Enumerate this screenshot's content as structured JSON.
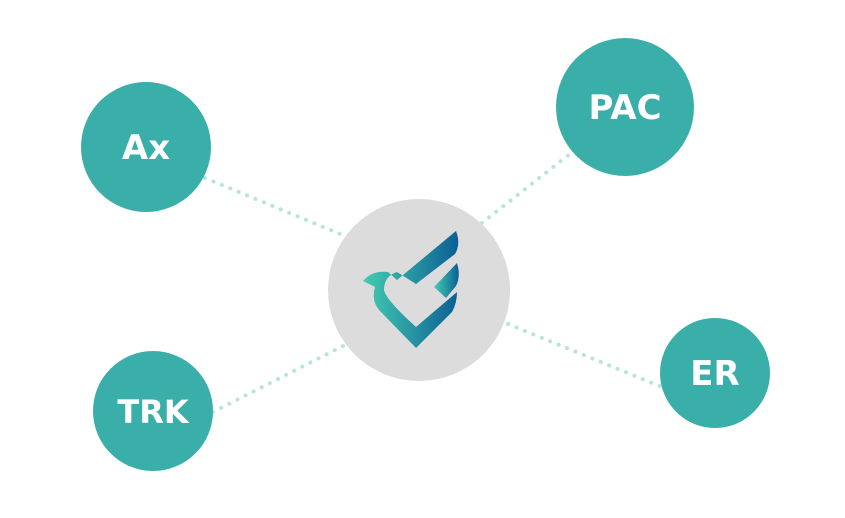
{
  "colors": {
    "node": "#3aafa9",
    "hub": "#dcdcdc",
    "link": "#b8e3de",
    "logo_start": "#44cdb0",
    "logo_end": "#0b5f95"
  },
  "hub": {
    "icon": "heart-check-wing-logo"
  },
  "nodes": [
    {
      "id": "ax",
      "label": "Ax"
    },
    {
      "id": "pac",
      "label": "PAC"
    },
    {
      "id": "trk",
      "label": "TRK"
    },
    {
      "id": "er",
      "label": "ER"
    }
  ]
}
